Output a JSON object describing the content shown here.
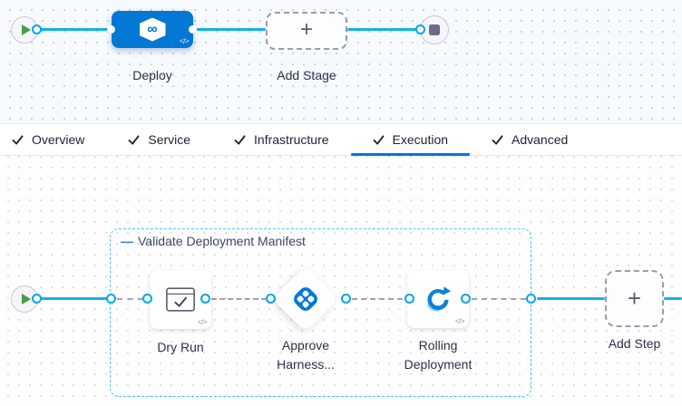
{
  "colors": {
    "accent": "#0278d5",
    "link_line": "#00ade4",
    "group_border": "#4cc6f4",
    "node_blue": "#0278d5"
  },
  "icons": {
    "plus": "+",
    "code_badge": "</>",
    "collapse_minus": "—",
    "infinity": "∞"
  },
  "stage_graph": {
    "stage_label": "Deploy",
    "add_stage_label": "Add Stage"
  },
  "tabs": [
    {
      "label": "Overview"
    },
    {
      "label": "Service"
    },
    {
      "label": "Infrastructure"
    },
    {
      "label": "Execution"
    },
    {
      "label": "Advanced"
    }
  ],
  "active_tab": "Execution",
  "execution": {
    "group_label": "Validate Deployment Manifest",
    "steps": [
      {
        "lines": [
          "Dry Run"
        ]
      },
      {
        "lines": [
          "Approve",
          "Harness..."
        ]
      },
      {
        "lines": [
          "Rolling",
          "Deployment"
        ]
      }
    ],
    "add_step_label": "Add Step"
  }
}
